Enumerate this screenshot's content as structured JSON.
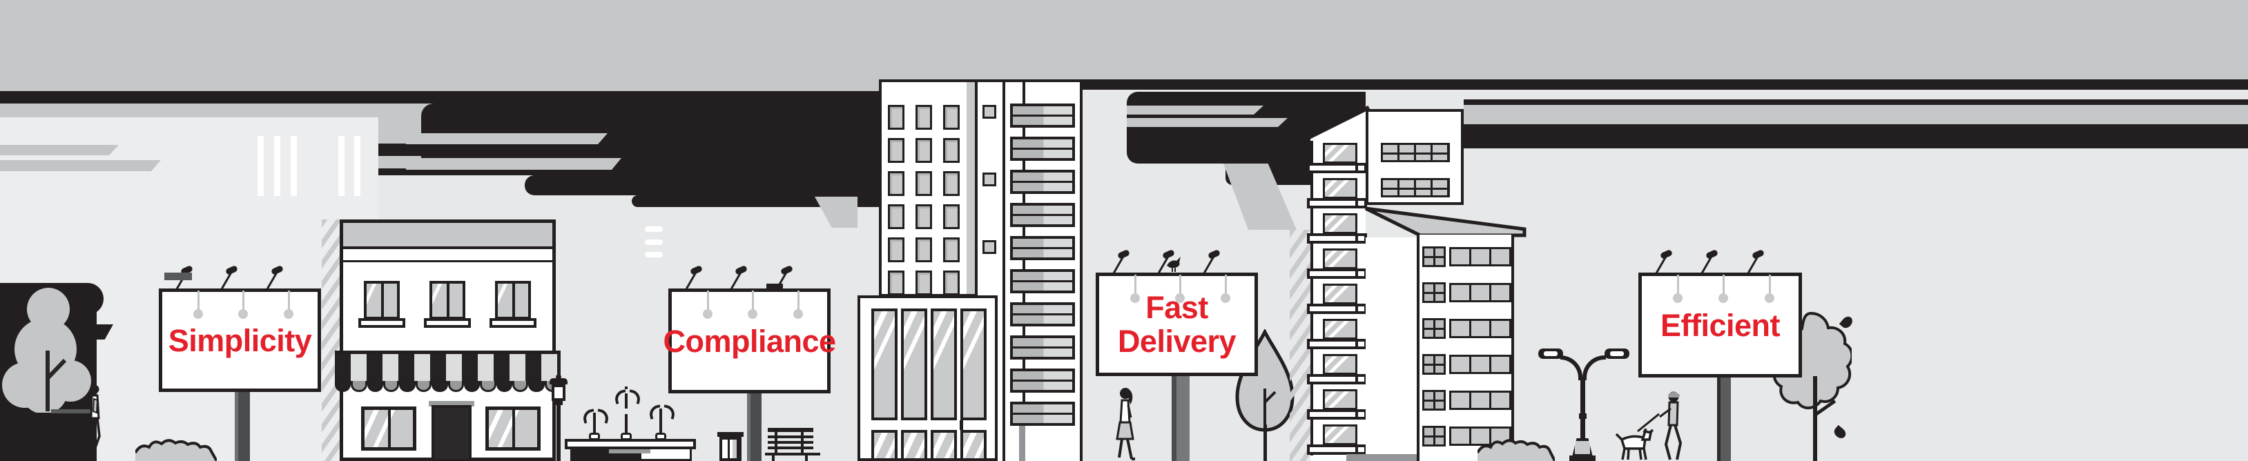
{
  "scene": {
    "title": "city-billboards-illustration",
    "background": "#e7e8e9",
    "sky_color": "#c6c7c9",
    "ink_color": "#231f20",
    "accent_red": "#e4202a"
  },
  "billboards": [
    {
      "id": "simplicity",
      "lines": [
        "Simplicity"
      ]
    },
    {
      "id": "compliance",
      "lines": [
        "Compliance"
      ]
    },
    {
      "id": "fast-delivery",
      "lines": [
        "Fast",
        "Delivery"
      ]
    },
    {
      "id": "efficient",
      "lines": [
        "Efficient"
      ]
    }
  ]
}
